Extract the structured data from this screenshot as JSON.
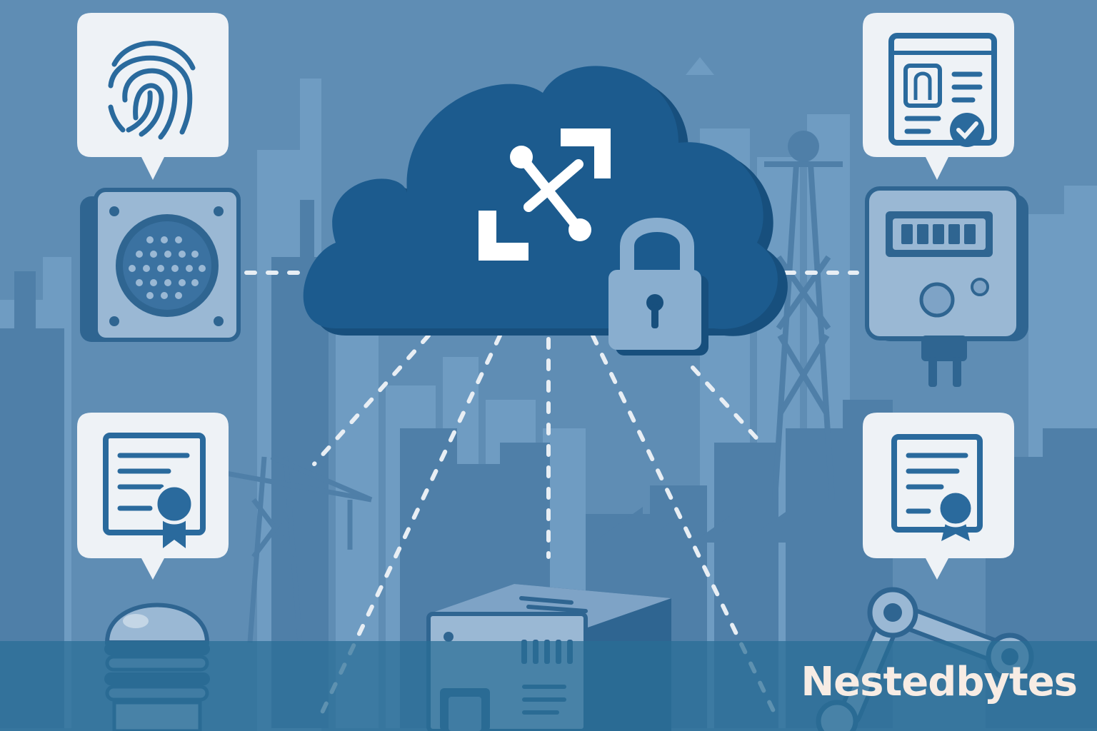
{
  "brand": {
    "name": "Nestedbytes"
  },
  "colors": {
    "background": "#5f8db4",
    "skyline_light": "#6f9cc2",
    "skyline_dark": "#4f7fa8",
    "cloud": "#1c5b8e",
    "card_fill": "#eef2f6",
    "icon_blue": "#2a6a9d",
    "device_light": "#9ab8d4",
    "banner": "#286e96",
    "brand_text": "#f7ece4"
  },
  "icons": [
    "fingerprint-icon",
    "document-with-badge-icon",
    "id-document-check-icon",
    "certificate-icon",
    "cloud-network-icon",
    "padlock-icon",
    "biometric-sensor-device",
    "smart-meter-device",
    "server-device",
    "robot-arm-device",
    "sensor-dome-device"
  ]
}
